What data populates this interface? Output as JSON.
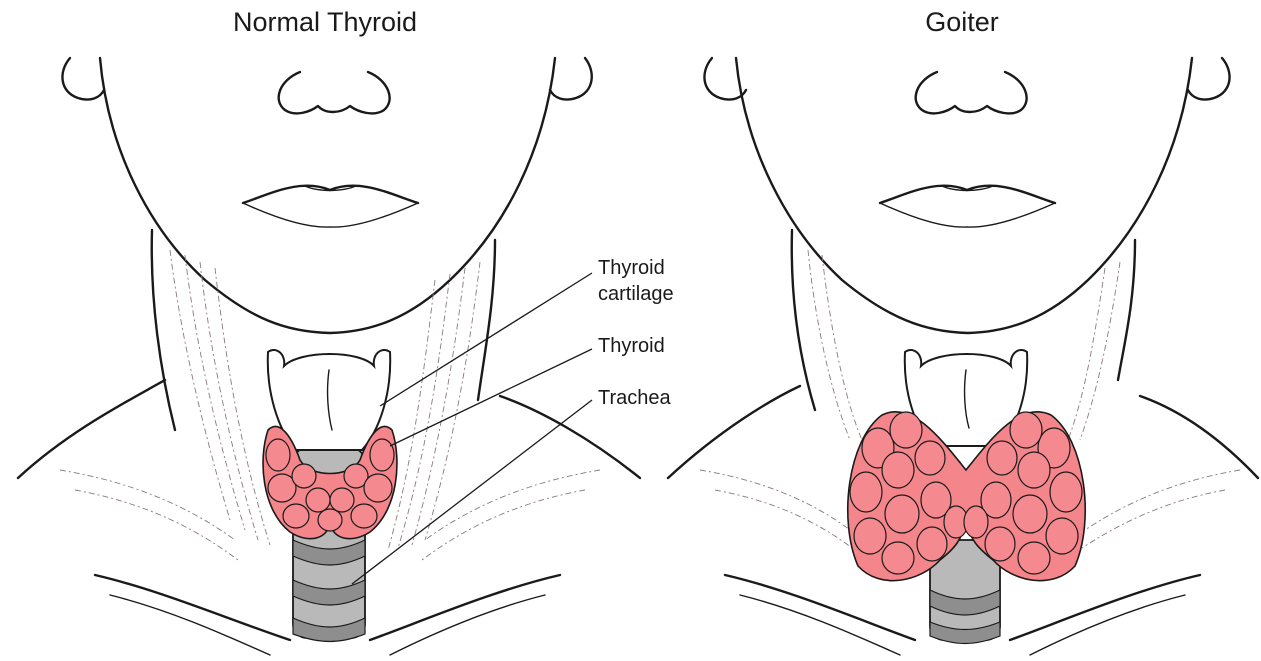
{
  "panels": {
    "normal": {
      "title": "Normal Thyroid"
    },
    "goiter": {
      "title": "Goiter"
    }
  },
  "labels": {
    "thyroid_cartilage_line1": "Thyroid",
    "thyroid_cartilage_line2": "cartilage",
    "thyroid": "Thyroid",
    "trachea": "Trachea"
  },
  "colors": {
    "thyroid_tissue": "#f4858b",
    "trachea": "#b9b9b9",
    "line_art": "#1a1a1a"
  }
}
